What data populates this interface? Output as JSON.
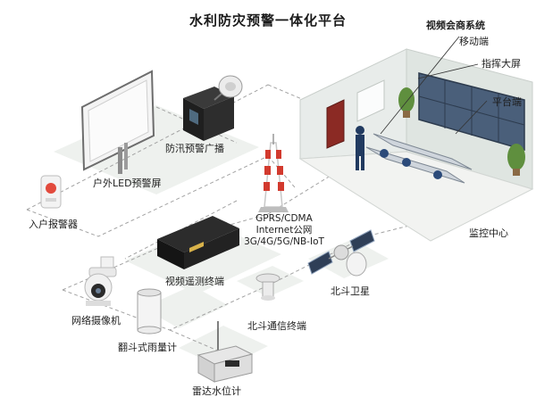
{
  "title": "水利防灾预警一体化平台",
  "devices": {
    "led_screen": "户外LED预警屏",
    "broadcast": "防汛预警广播",
    "home_alarm": "入户报警器",
    "video_terminal": "视频遥测终端",
    "camera": "网络摄像机",
    "rain_gauge": "翻斗式雨量计",
    "radar_level": "雷达水位计",
    "beidou_terminal": "北斗通信终端",
    "beidou_satellite": "北斗卫星",
    "monitor_center": "监控中心"
  },
  "network": {
    "line1": "GPRS/CDMA",
    "line2": "Internet公网",
    "line3": "3G/4G/5G/NB-IoT"
  },
  "center": {
    "video_conference": "视频会商系统",
    "mobile": "移动端",
    "big_screen": "指挥大屏",
    "platform": "平台端"
  },
  "colors": {
    "flow_line": "#9a9a9a",
    "room_wall": "#e9edea",
    "screen_blue": "#4a5f7a",
    "tower_red": "#d23a2e"
  }
}
